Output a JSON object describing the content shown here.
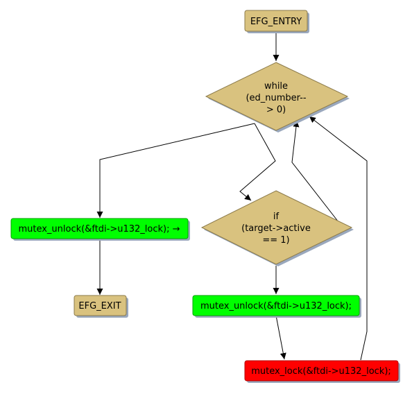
{
  "nodes": {
    "entry": {
      "label": "EFG_ENTRY",
      "fill": "#d9c27f"
    },
    "while": {
      "lines": [
        "while",
        "(ed_number--",
        "> 0)"
      ],
      "fill": "#d9c27f"
    },
    "unlock1": {
      "label": "mutex_unlock(&ftdi->u132_lock); →",
      "fill": "#00ff00"
    },
    "exit": {
      "label": "EFG_EXIT",
      "fill": "#d9c27f"
    },
    "if": {
      "lines": [
        "if",
        "(target->active",
        "== 1)"
      ],
      "fill": "#d9c27f"
    },
    "unlock2": {
      "label": "mutex_unlock(&ftdi->u132_lock);",
      "fill": "#00ff00"
    },
    "lock": {
      "label": "mutex_lock(&ftdi->u132_lock);",
      "fill": "#ff0000"
    }
  },
  "colors": {
    "shadow": "#9aa8bd",
    "border": "#8b7a4a",
    "edge": "#000000"
  }
}
